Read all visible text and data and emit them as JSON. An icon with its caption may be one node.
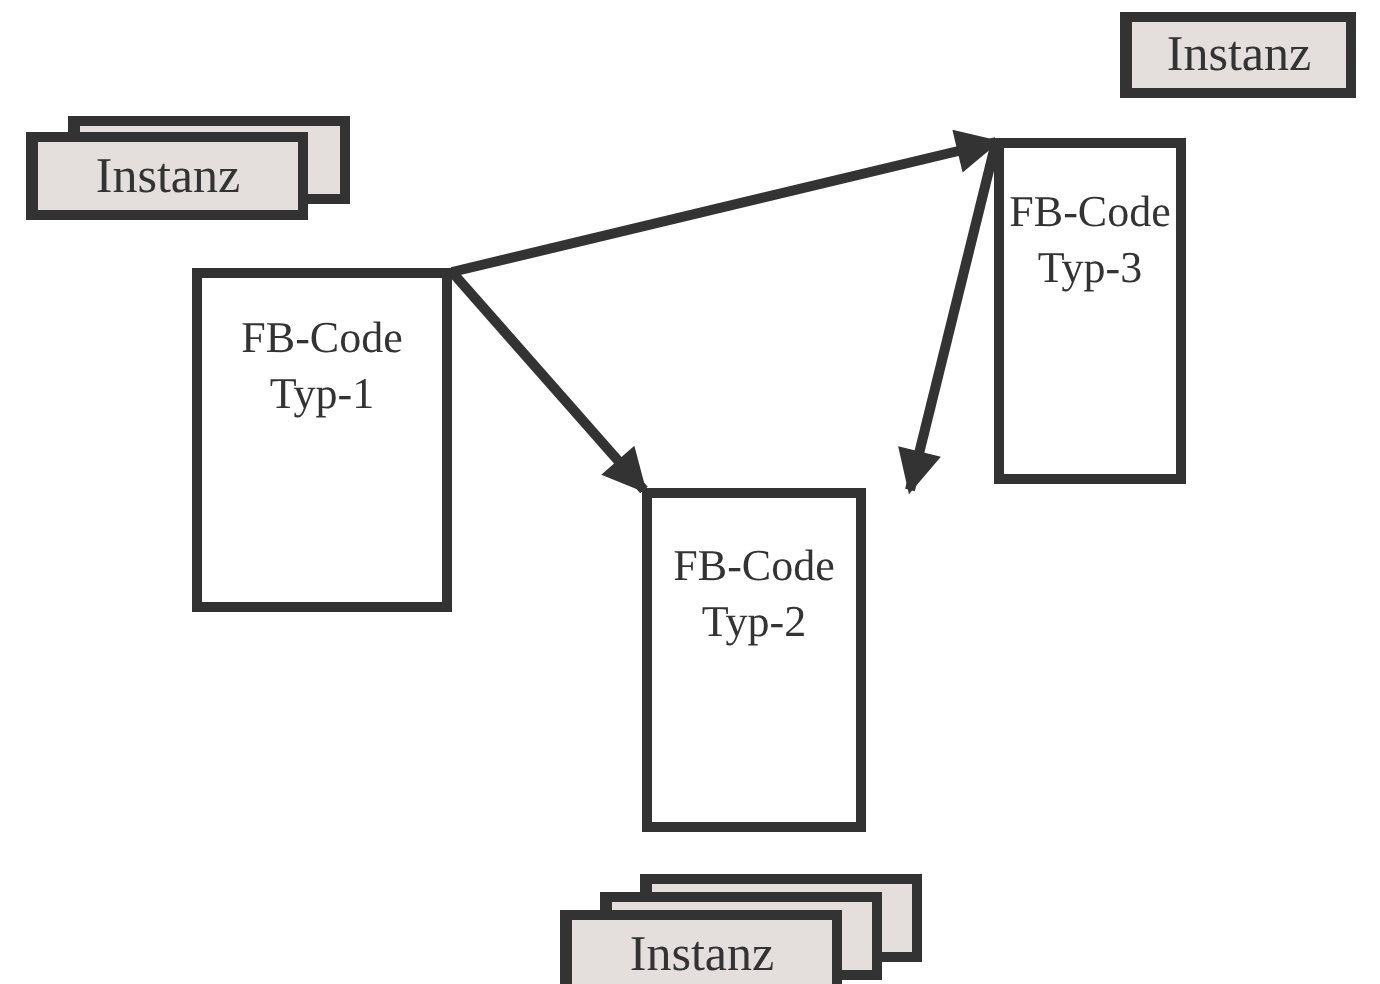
{
  "diagram": {
    "nodes": [
      {
        "text": [
          "Instanz"
        ]
      },
      {
        "text": [
          "Instanz"
        ]
      },
      {
        "text": [
          "FB-Code Typ-3"
        ]
      },
      {
        "text": [
          "FB-Code Typ-1"
        ]
      },
      {
        "text": [
          "FB-Code Typ-2"
        ]
      },
      {
        "text": [
          "Instanz"
        ]
      }
    ],
    "edges": [
      {
        "from": 3,
        "to": 2,
        "arrow": "to"
      },
      {
        "from": 3,
        "to": 4,
        "arrow": "to"
      },
      {
        "from": 2,
        "to": 4,
        "arrow": "to"
      }
    ]
  }
}
